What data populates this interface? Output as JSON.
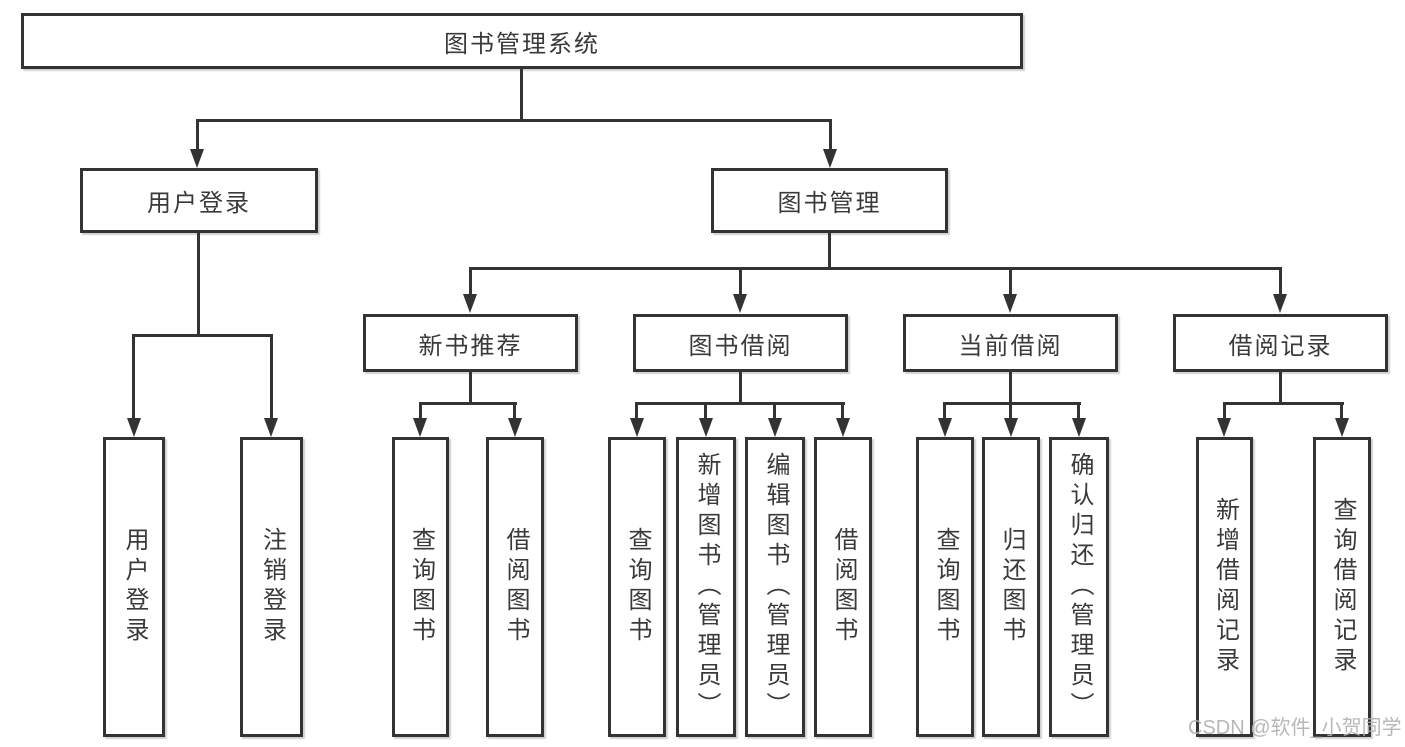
{
  "diagram": {
    "title": "图书管理系统",
    "branches": [
      {
        "label": "用户登录",
        "children": [
          {
            "label": "用户登录"
          },
          {
            "label": "注销登录"
          }
        ]
      },
      {
        "label": "图书管理",
        "children": [
          {
            "label": "新书推荐",
            "children": [
              {
                "label": "查询图书"
              },
              {
                "label": "借阅图书"
              }
            ]
          },
          {
            "label": "图书借阅",
            "children": [
              {
                "label": "查询图书"
              },
              {
                "label": "新增图书（管理员）"
              },
              {
                "label": "编辑图书（管理员）"
              },
              {
                "label": "借阅图书"
              }
            ]
          },
          {
            "label": "当前借阅",
            "children": [
              {
                "label": "查询图书"
              },
              {
                "label": "归还图书"
              },
              {
                "label": "确认归还（管理员）"
              }
            ]
          },
          {
            "label": "借阅记录",
            "children": [
              {
                "label": "新增借阅记录"
              },
              {
                "label": "查询借阅记录"
              }
            ]
          }
        ]
      }
    ]
  },
  "watermark": "CSDN @软件_小贺同学",
  "colors": {
    "line": "#333333",
    "box_border": "#333333",
    "text": "#3a3a3a",
    "watermark": "#b0b0b0",
    "background": "#ffffff"
  }
}
